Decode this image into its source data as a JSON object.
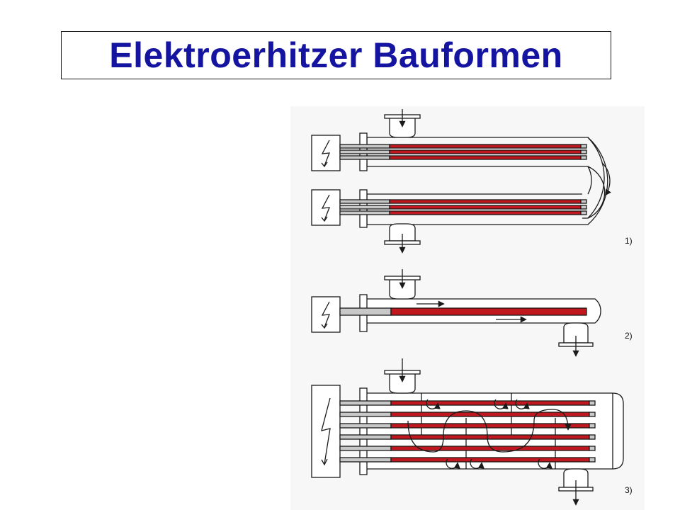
{
  "title": "Elektroerhitzer Bauformen",
  "figures": [
    {
      "label": "1)"
    },
    {
      "label": "2)"
    },
    {
      "label": "3)"
    }
  ],
  "colors": {
    "title": "#1414a0",
    "heater": "#c0181e",
    "outline": "#1a1a1a",
    "terminal": "#c8c8c8",
    "background": "#f7f7f7"
  },
  "icons": [
    "lightning-icon",
    "flow-arrow-icon",
    "swirl-arrow-icon"
  ]
}
